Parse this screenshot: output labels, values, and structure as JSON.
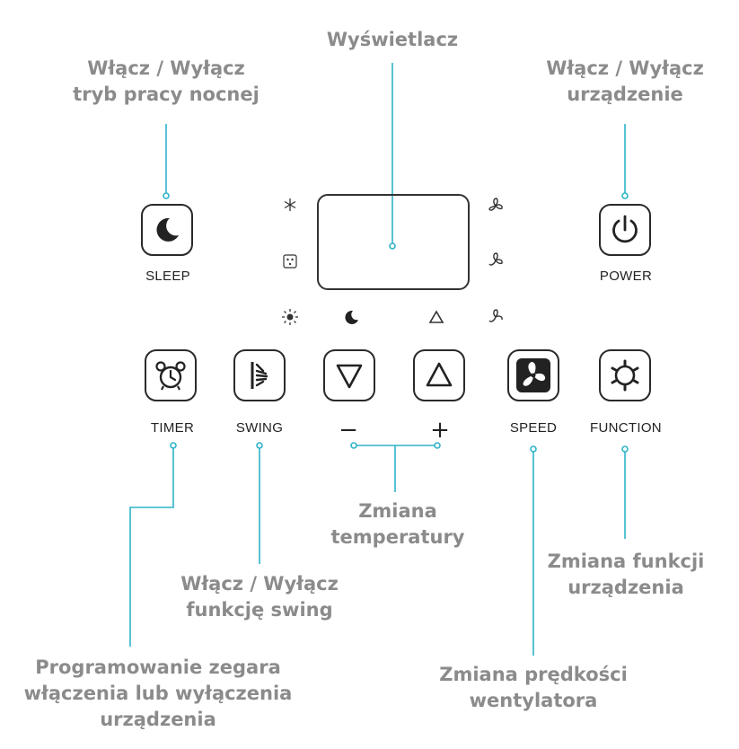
{
  "colors": {
    "leader_line": "#2fb3c8",
    "callout_text": "#8b8b8b",
    "panel_ink": "#222222"
  },
  "callouts": {
    "display": {
      "lines": [
        "Wyświetlacz"
      ]
    },
    "sleep": {
      "lines": [
        "Włącz / Wyłącz",
        "tryb pracy nocnej"
      ]
    },
    "power": {
      "lines": [
        "Włącz / Wyłącz",
        "urządzenie"
      ]
    },
    "temperature": {
      "lines": [
        "Zmiana",
        "temperatury"
      ]
    },
    "function": {
      "lines": [
        "Zmiana funkcji",
        "urządzenia"
      ]
    },
    "swing": {
      "lines": [
        "Włącz / Wyłącz",
        "funkcję swing"
      ]
    },
    "timer": {
      "lines": [
        "Programowanie zegara",
        "włączenia lub wyłączenia",
        "urządzenia"
      ]
    },
    "speed": {
      "lines": [
        "Zmiana prędkości",
        "wentylatora"
      ]
    }
  },
  "buttons": {
    "sleep": {
      "label": "SLEEP",
      "icon": "moon-icon"
    },
    "power": {
      "label": "POWER",
      "icon": "power-icon"
    },
    "timer": {
      "label": "TIMER",
      "icon": "alarm-clock-icon"
    },
    "swing": {
      "label": "SWING",
      "icon": "swing-icon"
    },
    "temp_down": {
      "label": "−",
      "icon": "triangle-down-icon"
    },
    "temp_up": {
      "label": "+",
      "icon": "triangle-up-icon"
    },
    "speed": {
      "label": "SPEED",
      "icon": "fan-icon"
    },
    "function": {
      "label": "FUNCTION",
      "icon": "gear-icon"
    }
  },
  "indicators": [
    "snowflake-icon",
    "dehumidify-icon",
    "sun-icon",
    "moon-small-icon",
    "triangle-small-icon",
    "fan-high-icon",
    "fan-medium-icon",
    "fan-low-icon"
  ]
}
